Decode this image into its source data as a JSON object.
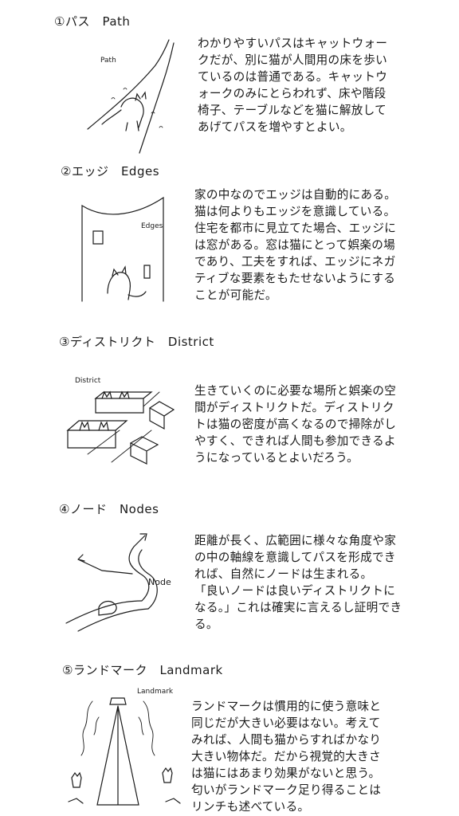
{
  "sections": [
    {
      "heading": "①パス　Path",
      "label": "Path",
      "text": "わかりやすいパスはキャットウォー\nクだが、別に猫が人間用の床を歩い\nているのは普通である。キャットウ\nォークのみにとらわれず、床や階段\n椅子、テーブルなどを猫に解放して\nあげてパスを増やすとよい。"
    },
    {
      "heading": "②エッジ　Edges",
      "label": "Edges",
      "text": "家の中なのでエッジは自動的にある。\n猫は何よりもエッジを意識している。\n住宅を都市に見立てた場合、エッジに\nは窓がある。窓は猫にとって娯楽の場\nであり、工夫をすれば、エッジにネガ\nティブな要素をもたせないようにする\nことが可能だ。"
    },
    {
      "heading": "③ディストリクト　District",
      "label": "District",
      "text": "生きていくのに必要な場所と娯楽の空\n間がディストリクトだ。ディストリク\nトは猫の密度が高くなるので掃除がし\nやすく、できれば人間も参加できるよ\nうになっているとよいだろう。"
    },
    {
      "heading": "④ノード　Nodes",
      "label": "Node",
      "text": "距離が長く、広範囲に様々な角度や家\nの中の軸線を意識してパスを形成でき\nれば、自然にノードは生まれる。\n「良いノードは良いディストリクトに\nなる。」これは確実に言えるし証明でき\nる。"
    },
    {
      "heading": "⑤ランドマーク　Landmark",
      "label": "Landmark",
      "text": "ランドマークは慣用的に使う意味と\n同じだが大きい必要はない。考えて\nみれば、人間も猫からすればかなり\n大きい物体だ。だから視覚的大きさ\nは猫にはあまり効果がないと思う。\n匂いがランドマーク足り得ることは\nリンチも述べている。"
    }
  ],
  "icons": [
    "path-illustration",
    "edges-illustration",
    "district-illustration",
    "node-illustration",
    "landmark-illustration"
  ],
  "colors": {
    "ink": "#1a1a1a",
    "background": "#ffffff"
  }
}
